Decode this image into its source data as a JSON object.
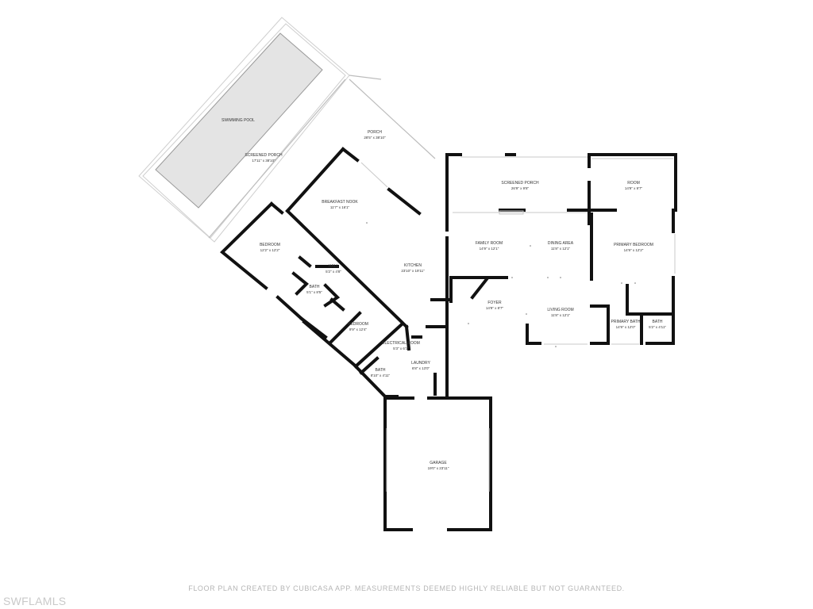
{
  "rooms": [
    {
      "id": "swimming-pool",
      "name": "SWIMMING POOL",
      "dims": ""
    },
    {
      "id": "screened-porch-left",
      "name": "SCREENED PORCH",
      "dims": "17'11\" x 38'10\""
    },
    {
      "id": "porch",
      "name": "PORCH",
      "dims": "28'5\" x 38'10\""
    },
    {
      "id": "breakfast-nook",
      "name": "BREAKFAST NOOK",
      "dims": "11'7\" x 16'1\""
    },
    {
      "id": "kitchen",
      "name": "KITCHEN",
      "dims": "23'10\" x 19'11\""
    },
    {
      "id": "screened-porch-top",
      "name": "SCREENED PORCH",
      "dims": "26'9\" x 9'8\""
    },
    {
      "id": "room",
      "name": "ROOM",
      "dims": "14'9\" x 9'7\""
    },
    {
      "id": "family-room",
      "name": "FAMILY ROOM",
      "dims": "14'9\" x 12'1\""
    },
    {
      "id": "dining-area",
      "name": "DINING AREA",
      "dims": "11'8\" x 12'1\""
    },
    {
      "id": "primary-bedroom",
      "name": "PRIMARY BEDROOM",
      "dims": "14'9\" x 12'2\""
    },
    {
      "id": "bedroom-upper",
      "name": "BEDROOM",
      "dims": "12'2\" x 12'2\""
    },
    {
      "id": "hall",
      "name": "HALL",
      "dims": "5'2\" x 4'8\""
    },
    {
      "id": "bath-middle",
      "name": "BATH",
      "dims": "5'1\" x 8'5\""
    },
    {
      "id": "foyer",
      "name": "FOYER",
      "dims": "14'9\" x 8'7\""
    },
    {
      "id": "living-room",
      "name": "LIVING ROOM",
      "dims": "11'8\" x 12'1\""
    },
    {
      "id": "primary-bath",
      "name": "PRIMARY BATH",
      "dims": "14'9\" x 12'0\""
    },
    {
      "id": "bath-small",
      "name": "BATH",
      "dims": "5'2\" x 4'11\""
    },
    {
      "id": "bedroom-lower",
      "name": "BEDROOM",
      "dims": "9'9\" x 12'4\""
    },
    {
      "id": "electrical-room",
      "name": "ELECTRICAL ROOM",
      "dims": "5'3\" x 6'1\""
    },
    {
      "id": "laundry",
      "name": "LAUNDRY",
      "dims": "6'8\" x 13'0\""
    },
    {
      "id": "bath-lower",
      "name": "BATH",
      "dims": "8'10\" x 4'11\""
    },
    {
      "id": "garage",
      "name": "GARAGE",
      "dims": "19'0\" x 23'11\""
    }
  ],
  "disclaimer": "FLOOR PLAN CREATED BY CUBICASA APP. MEASUREMENTS DEEMED HIGHLY RELIABLE BUT NOT GUARANTEED.",
  "watermark": "SWFLAMLS",
  "colors": {
    "wall": "#111111",
    "pool_fill": "#e4e4e4",
    "disclaimer": "#b5b5b5",
    "watermark": "#c9c9c9"
  }
}
